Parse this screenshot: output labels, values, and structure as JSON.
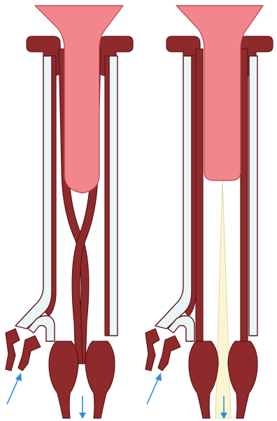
{
  "figure": {
    "panels": [
      {
        "id": "closed",
        "lumen": "closed"
      },
      {
        "id": "open",
        "lumen": "open"
      }
    ]
  },
  "colors": {
    "wall_dark": "#8f2a2c",
    "wall_stroke": "#5a1416",
    "lumen_pink": "#f2868d",
    "lumen_stroke": "#b8414b",
    "duct_fill": "#ebf5f8",
    "duct_stroke": "#5a1416",
    "flow_cream": "#fbf6d2",
    "arrow_blue": "#2f8fdc",
    "background": "#ffffff"
  },
  "icons": {
    "inflow": "arrow-up-right-icon",
    "outflow": "arrow-down-icon"
  }
}
